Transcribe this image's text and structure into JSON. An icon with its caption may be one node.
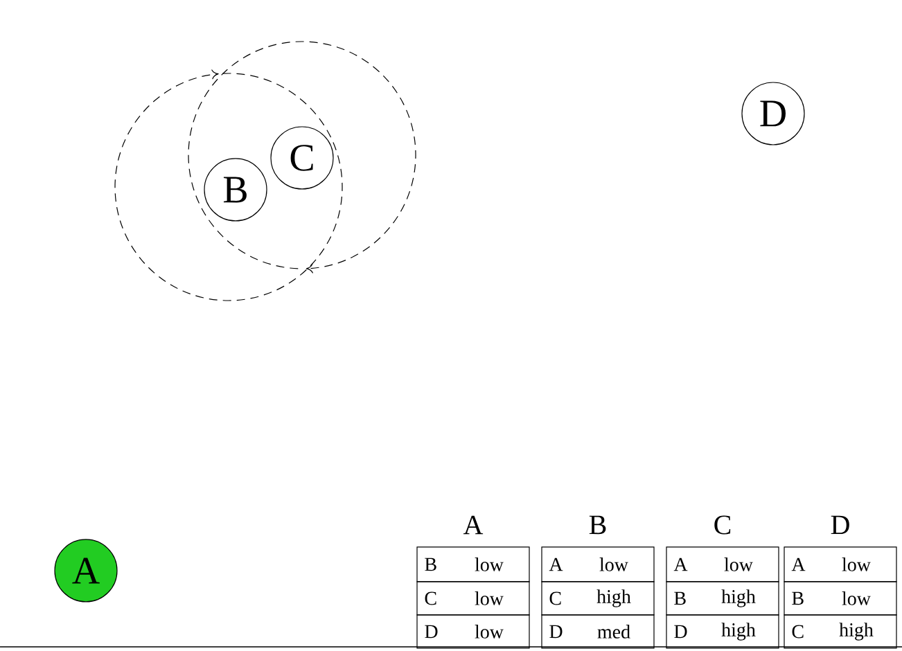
{
  "diagram": {
    "nodes": [
      {
        "text": [
          "A"
        ]
      },
      {
        "text": [
          "B"
        ]
      },
      {
        "text": [
          "C"
        ]
      },
      {
        "text": [
          "D"
        ]
      }
    ],
    "labels": [
      "A",
      "B",
      "low",
      "C",
      "low",
      "D",
      "low",
      "B",
      "A",
      "low",
      "C",
      "high",
      "D",
      "med",
      "C",
      "A",
      "low",
      "B",
      "high",
      "D",
      "high",
      "D",
      "A",
      "low",
      "B",
      "low",
      "C",
      "high"
    ]
  }
}
